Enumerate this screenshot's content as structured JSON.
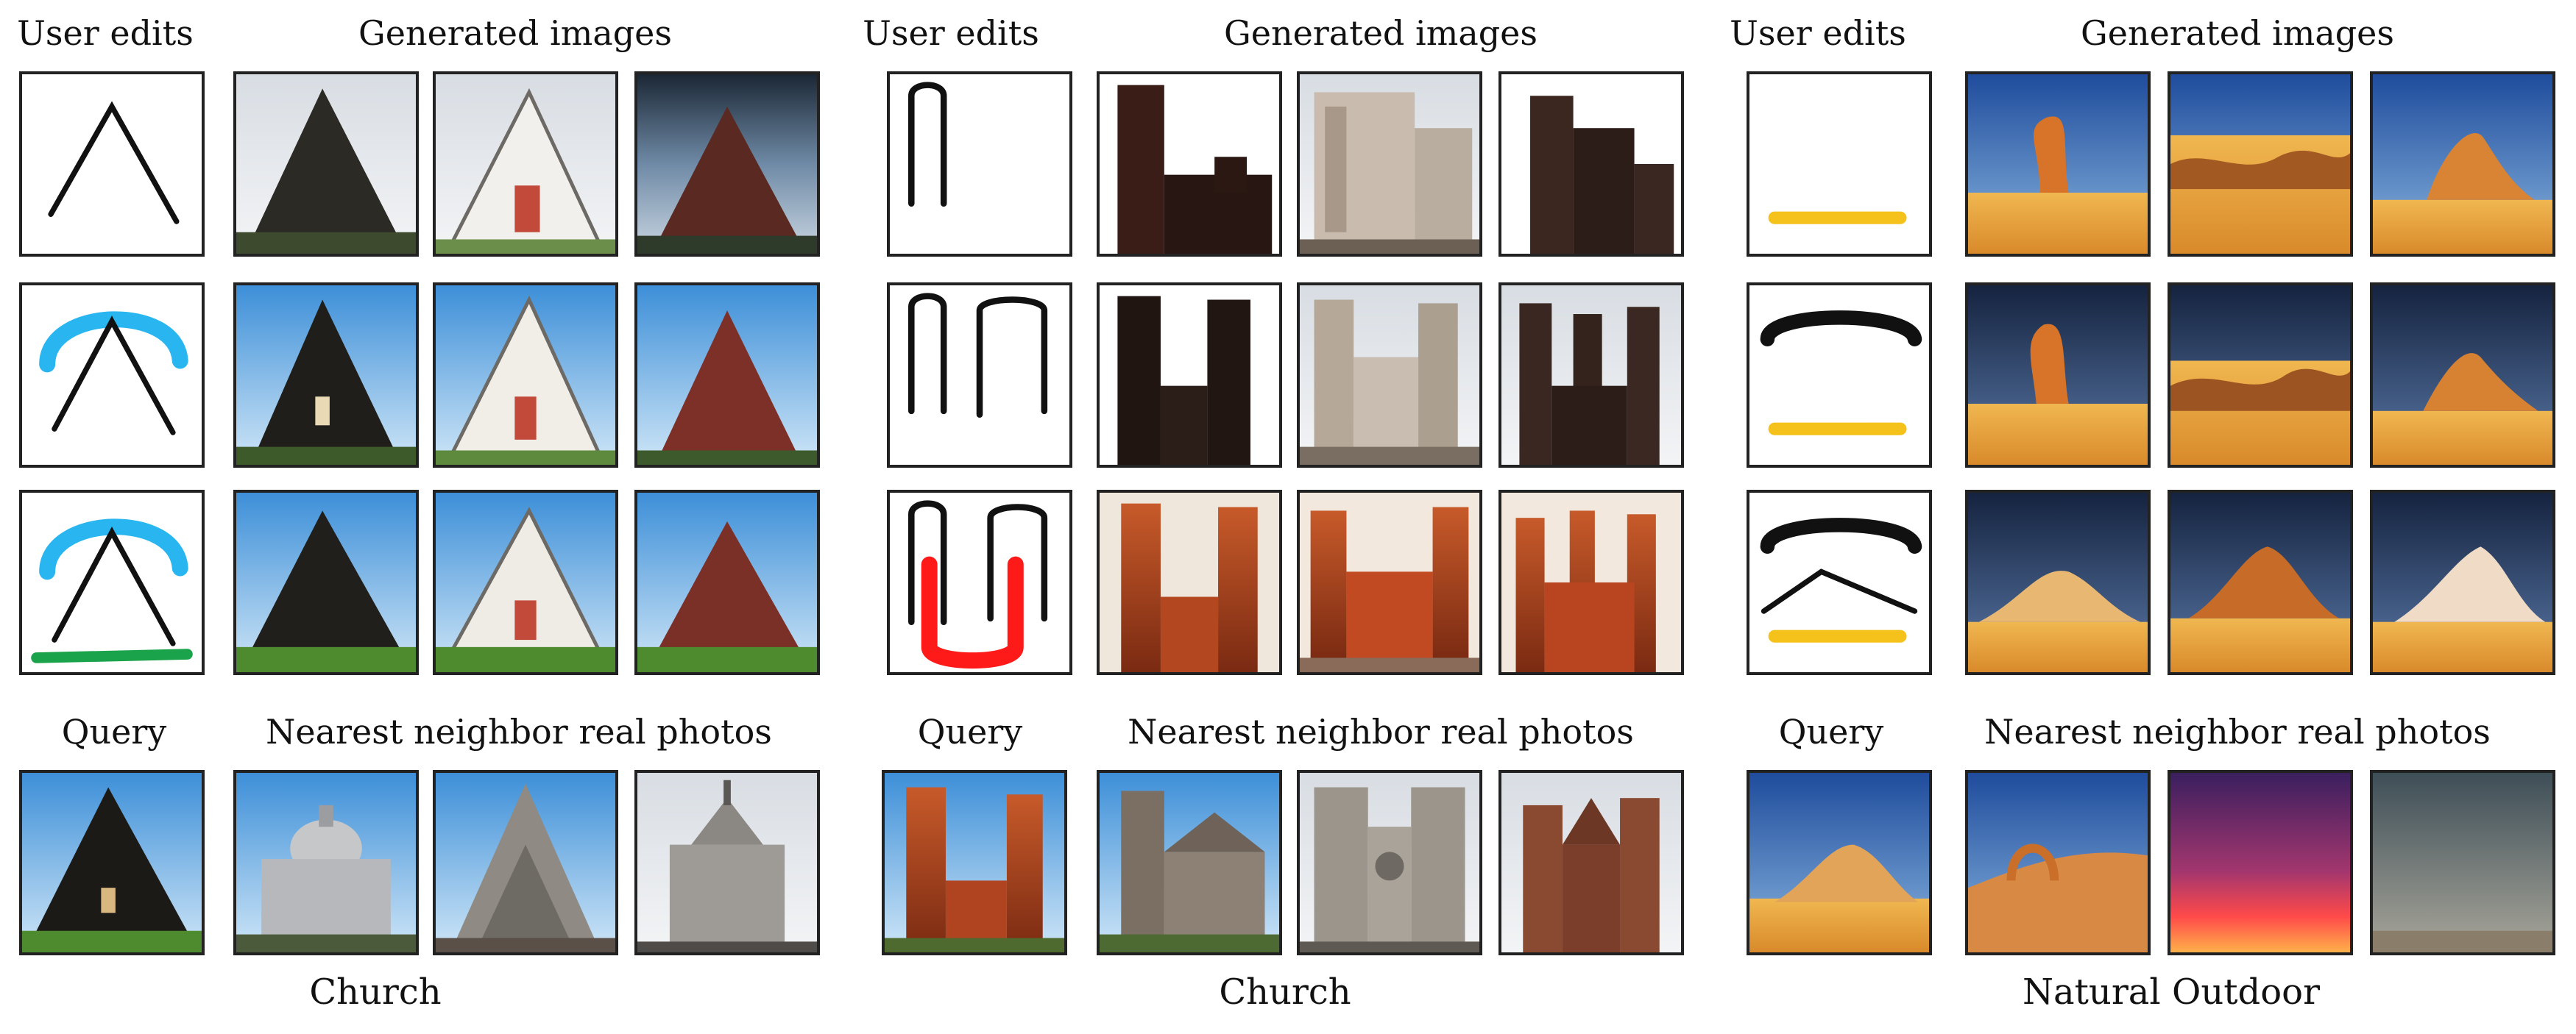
{
  "figure": {
    "panels": [
      {
        "edits_header": "User edits",
        "generated_header": "Generated images",
        "query_label": "Query",
        "neighbors_label": "Nearest neighbor real photos",
        "caption": "Church"
      },
      {
        "edits_header": "User edits",
        "generated_header": "Generated images",
        "query_label": "Query",
        "neighbors_label": "Nearest neighbor real photos",
        "caption": "Church"
      },
      {
        "edits_header": "User edits",
        "generated_header": "Generated images",
        "query_label": "Query",
        "neighbors_label": "Nearest neighbor real photos",
        "caption": "Natural Outdoor"
      }
    ]
  },
  "colors": {
    "stroke_black": "#111111",
    "stroke_blue": "#29b6f0",
    "stroke_green": "#1aa34a",
    "stroke_red": "#ff1a1a",
    "stroke_yellow": "#f5c21b"
  },
  "icons": {
    "sketch_tiles": "user-sketch-icon",
    "photo_tiles": "photo-thumbnail-icon"
  }
}
